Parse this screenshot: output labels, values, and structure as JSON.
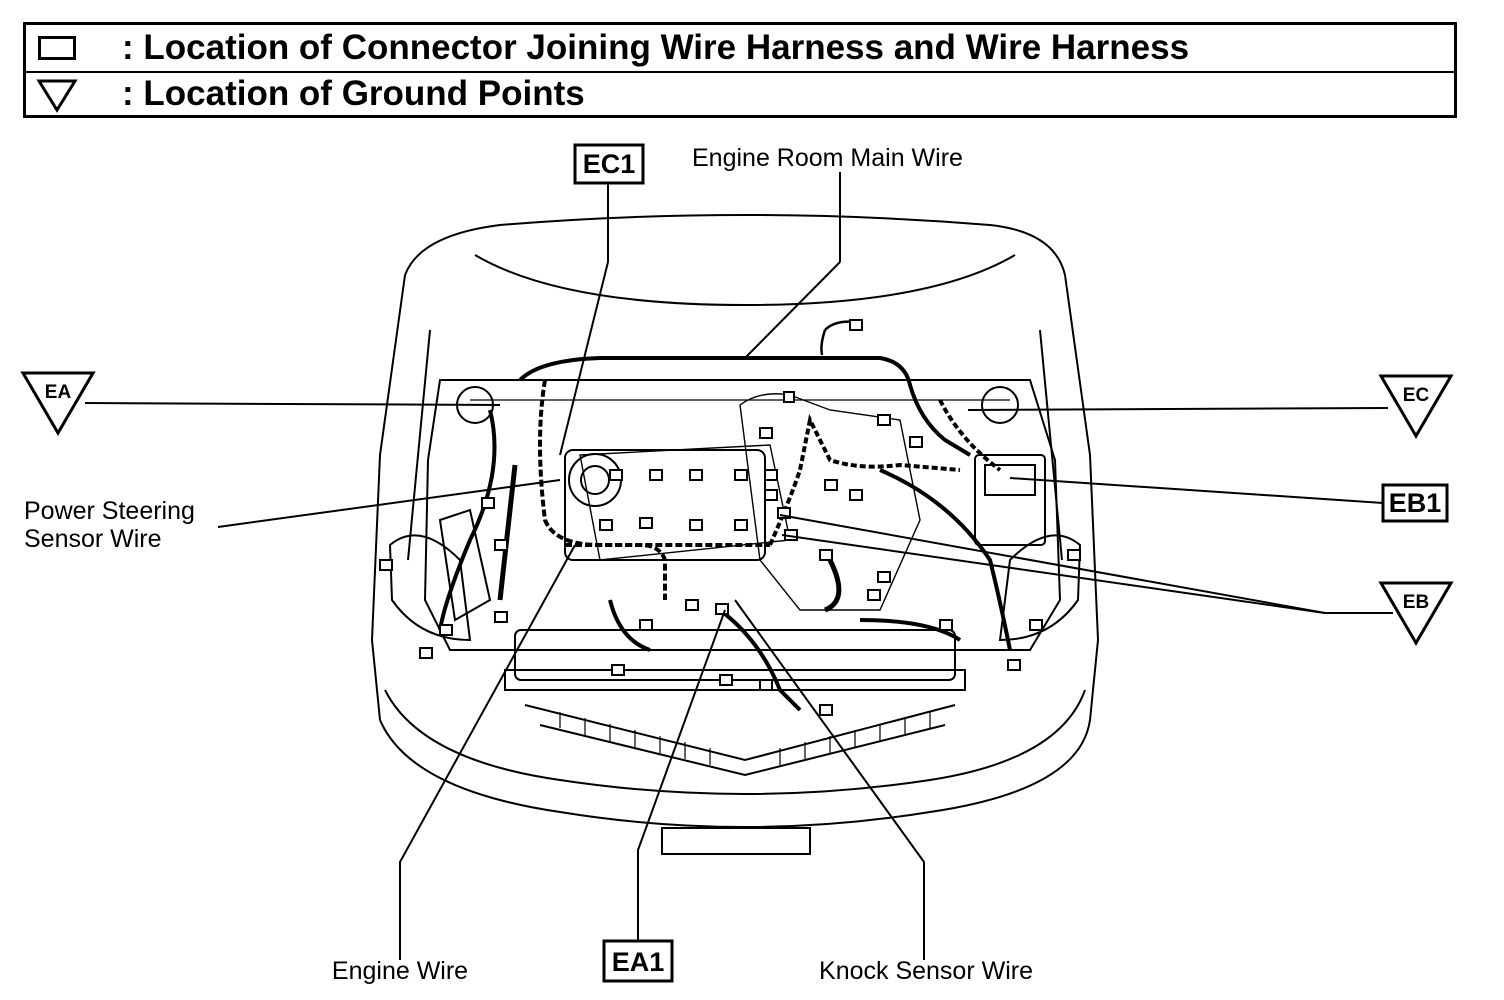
{
  "legend": {
    "connector_text": ": Location of Connector Joining Wire Harness and Wire Harness",
    "ground_text": ": Location of Ground Points"
  },
  "connectors": {
    "ec1": "EC1",
    "eb1": "EB1",
    "ea1": "EA1"
  },
  "grounds": {
    "ea": "EA",
    "ec": "EC",
    "eb": "EB"
  },
  "labels": {
    "engine_room_main_wire": "Engine Room Main Wire",
    "power_steering_line1": "Power Steering",
    "power_steering_line2": "Sensor Wire",
    "engine_wire": "Engine Wire",
    "knock_sensor_wire": "Knock Sensor Wire"
  }
}
